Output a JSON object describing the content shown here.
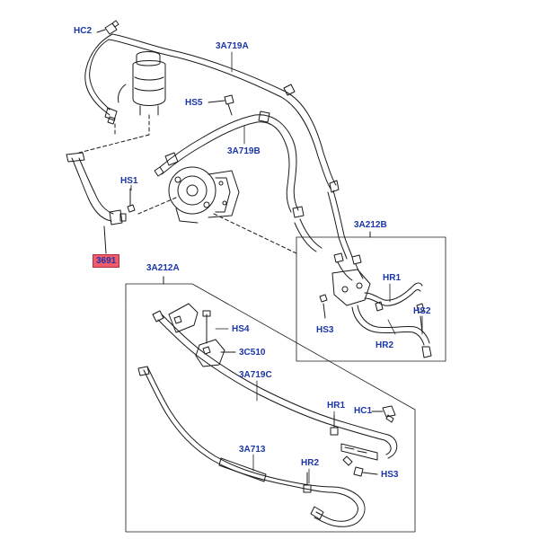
{
  "labels": {
    "hc2": "HC2",
    "a719a": "3A719A",
    "hs5": "HS5",
    "a719b": "3A719B",
    "hs1": "HS1",
    "p3691": "3691",
    "a212b": "3A212B",
    "hr1_top": "HR1",
    "hs2": "HS2",
    "hs3_top": "HS3",
    "hr2_top": "HR2",
    "a212a": "3A212A",
    "hs4": "HS4",
    "c510": "3C510",
    "a719c": "3A719C",
    "hr1_bot": "HR1",
    "hc1": "HC1",
    "a713": "3A713",
    "hr2_bot": "HR2",
    "hs3_bot": "HS3"
  },
  "colors": {
    "label": "#1a36a8",
    "highlight": "#f05a6a",
    "line": "#1a1a1a"
  }
}
